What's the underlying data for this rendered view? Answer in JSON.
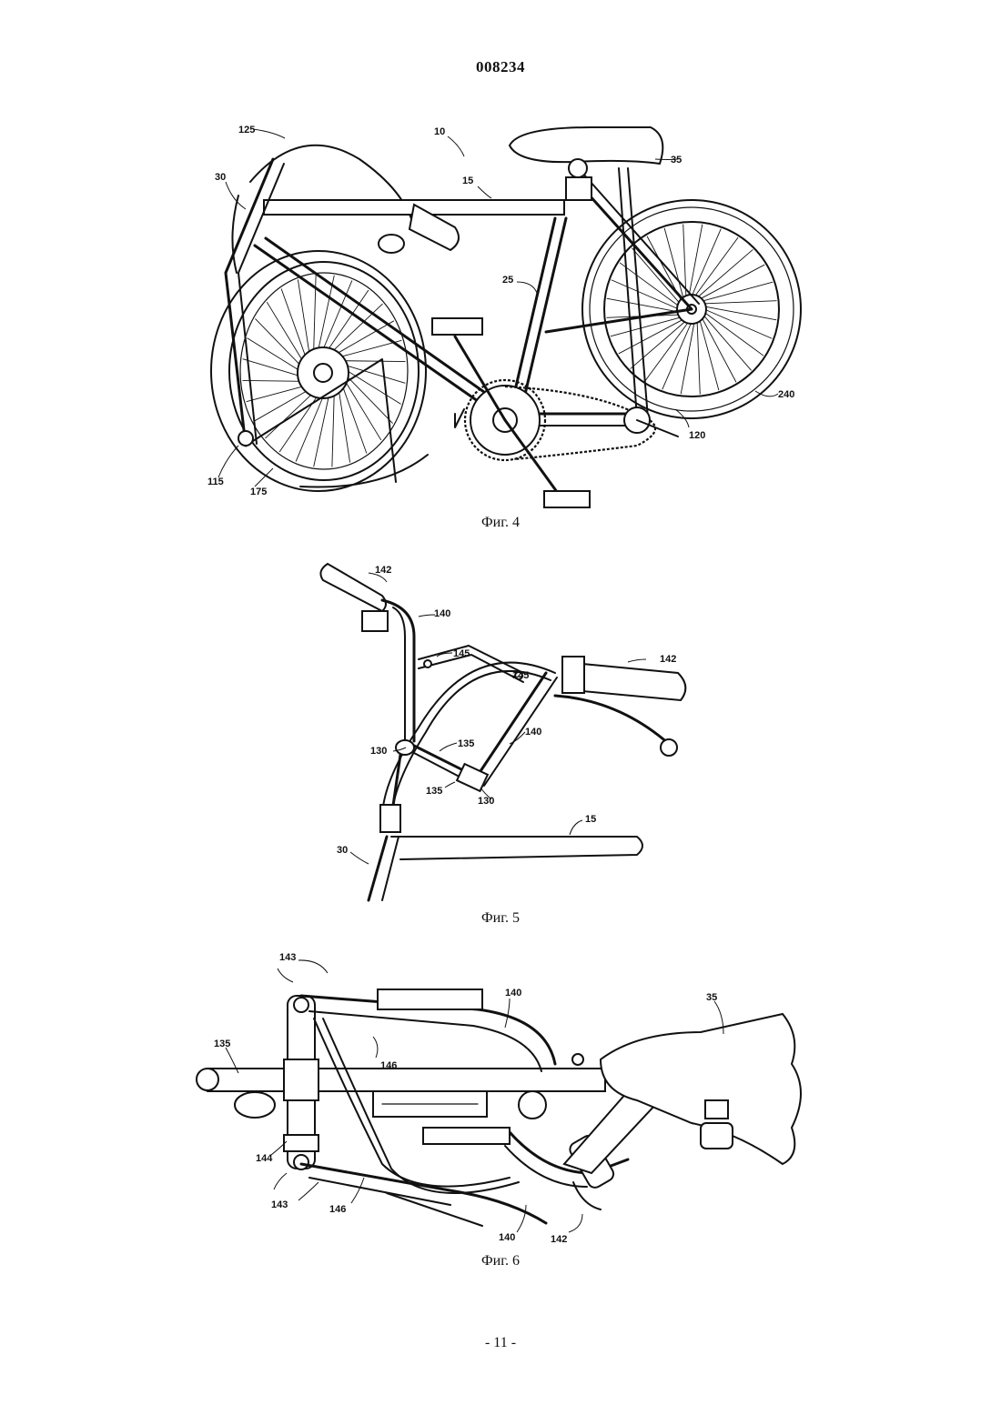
{
  "header": {
    "doc_number": "008234"
  },
  "figures": [
    {
      "caption": "Фиг. 4",
      "labels": {
        "l10": "10",
        "l15": "15",
        "l25": "25",
        "l30": "30",
        "l35": "35",
        "l115": "115",
        "l120": "120",
        "l125": "125",
        "l175": "175",
        "l240": "240"
      }
    },
    {
      "caption": "Фиг. 5",
      "labels": {
        "l15": "15",
        "l30": "30",
        "l130a": "130",
        "l130b": "130",
        "l135a": "135",
        "l135b": "135",
        "l140a": "140",
        "l140b": "140",
        "l142a": "142",
        "l142b": "142",
        "l145a": "145",
        "l145b": "145"
      }
    },
    {
      "caption": "Фиг. 6",
      "labels": {
        "l35": "35",
        "l135": "135",
        "l140a": "140",
        "l140b": "140",
        "l142": "142",
        "l143a": "143",
        "l143b": "143",
        "l144": "144",
        "l146a": "146",
        "l146b": "146"
      }
    }
  ],
  "footer": {
    "page_number": "- 11 -"
  }
}
